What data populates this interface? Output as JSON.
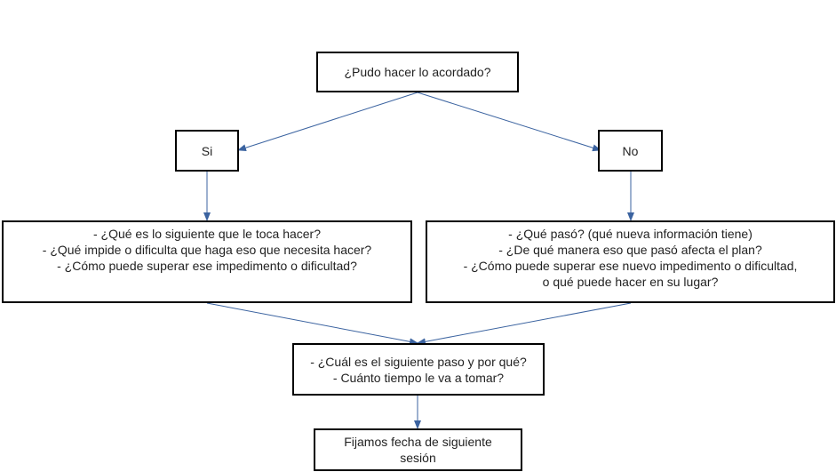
{
  "nodes": {
    "question": {
      "lines": [
        "¿Pudo hacer lo acordado?"
      ]
    },
    "yes": {
      "lines": [
        "Si"
      ]
    },
    "no": {
      "lines": [
        "No"
      ]
    },
    "yes_details": {
      "lines": [
        "- ¿Qué es lo siguiente que le toca hacer?",
        "- ¿Qué impide o dificulta que haga eso que necesita hacer?",
        "- ¿Cómo puede superar ese impedimento o dificultad?"
      ]
    },
    "no_details": {
      "lines": [
        "- ¿Qué pasó? (qué nueva información tiene)",
        "- ¿De qué manera eso que pasó afecta el plan?",
        "- ¿Cómo puede superar ese nuevo impedimento o dificultad,",
        "o qué puede hacer en su lugar?"
      ]
    },
    "next_step": {
      "lines": [
        "- ¿Cuál es el siguiente paso y por qué?",
        "- Cuánto tiempo le va a tomar?"
      ]
    },
    "date": {
      "lines": [
        "Fijamos fecha de siguiente",
        "sesión"
      ]
    }
  },
  "colors": {
    "border": "#000000",
    "arrow": "#3b63a0",
    "text": "#222222"
  }
}
